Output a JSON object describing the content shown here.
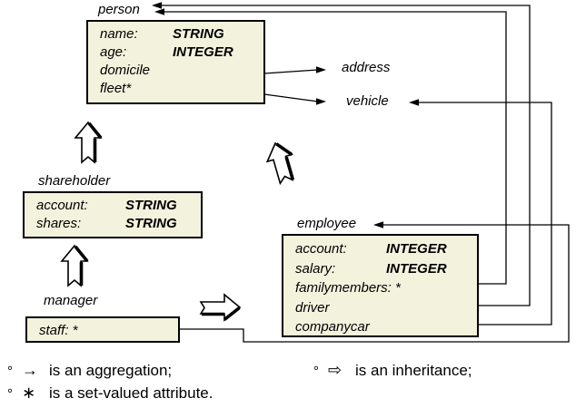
{
  "diagram": {
    "entities": {
      "person": {
        "label": "person",
        "rows": [
          {
            "name": "name:",
            "type": "STRING"
          },
          {
            "name": "age:",
            "type": "INTEGER"
          },
          {
            "name": "domicile",
            "type": ""
          },
          {
            "name": "fleet*",
            "type": ""
          }
        ]
      },
      "shareholder": {
        "label": "shareholder",
        "rows": [
          {
            "name": "account:",
            "type": "STRING"
          },
          {
            "name": "shares:",
            "type": "STRING"
          }
        ]
      },
      "employee": {
        "label": "employee",
        "rows": [
          {
            "name": "account:",
            "type": "INTEGER"
          },
          {
            "name": "salary:",
            "type": "INTEGER"
          },
          {
            "name": "familymembers: *",
            "type": ""
          },
          {
            "name": "driver",
            "type": ""
          },
          {
            "name": "companycar",
            "type": ""
          }
        ]
      },
      "manager": {
        "label": "manager",
        "rows": [
          {
            "name": "staff: *",
            "type": ""
          }
        ]
      }
    },
    "nodes": {
      "address": "address",
      "vehicle": "vehicle"
    }
  },
  "legend": {
    "items": [
      {
        "bullet": "°",
        "symbol": "→",
        "text": "is an aggregation;"
      },
      {
        "bullet": "°",
        "symbol": "∗",
        "text": "is a set-valued attribute."
      },
      {
        "bullet": "°",
        "symbol": "⇨",
        "text": "is an inheritance;"
      }
    ]
  },
  "colors": {
    "box_fill": "#f3f2dd",
    "box_border": "#000000",
    "line": "#000000",
    "background": "#ffffff"
  }
}
